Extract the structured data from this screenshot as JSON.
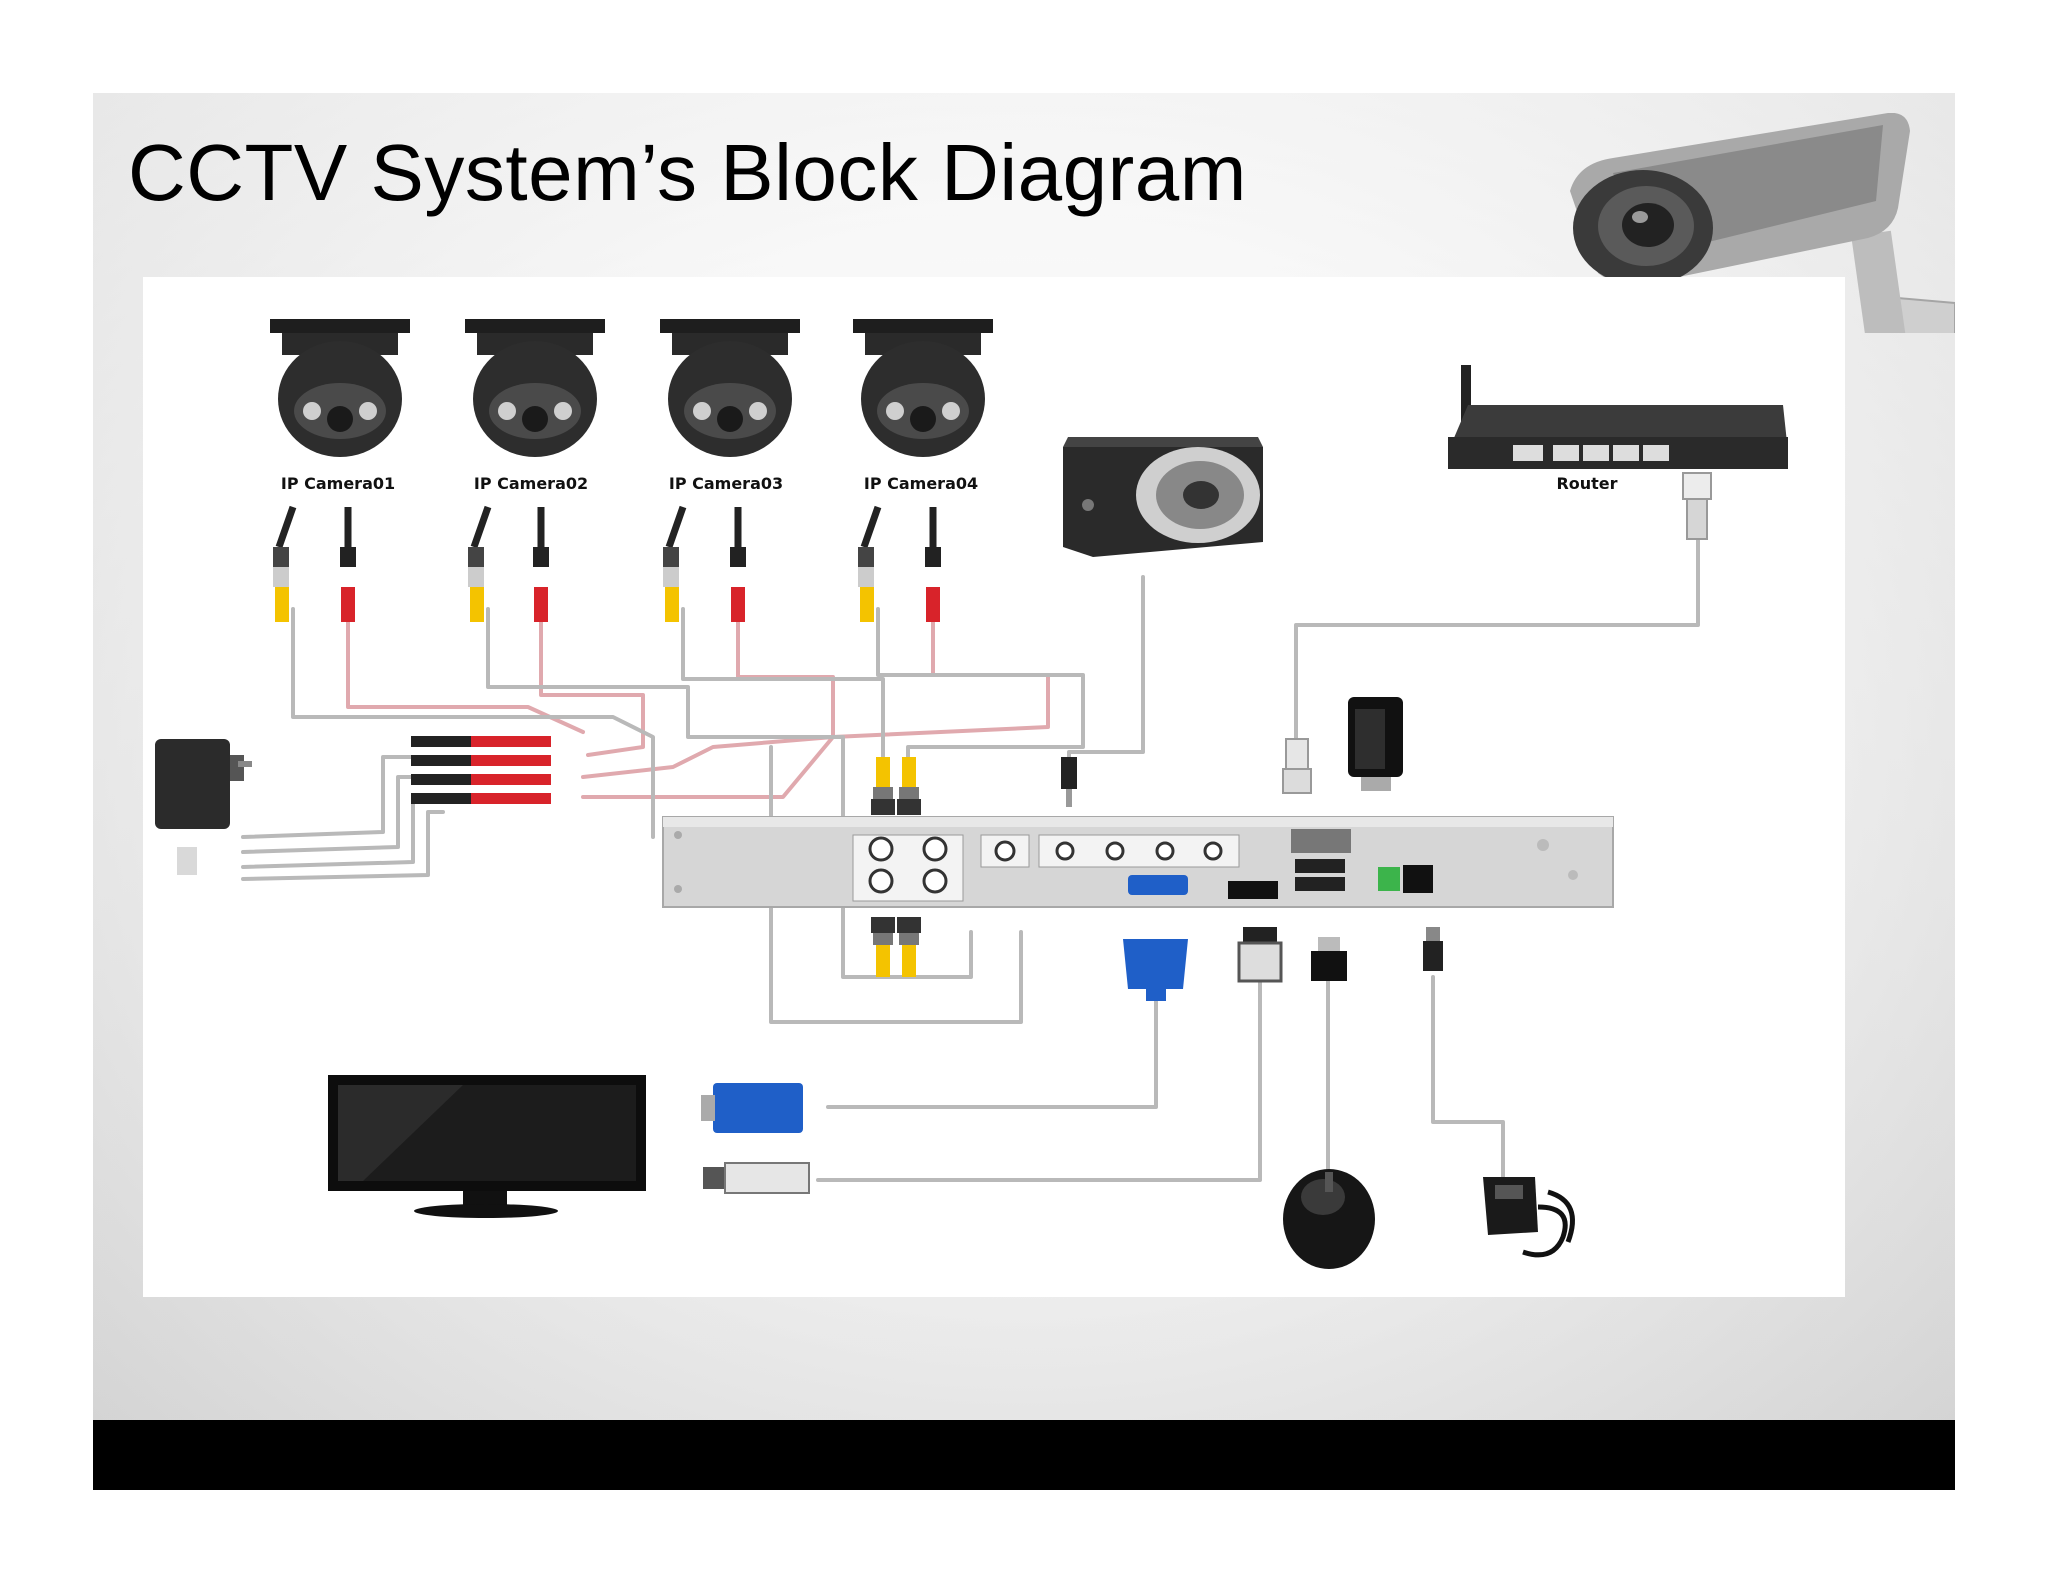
{
  "slide": {
    "title": "CCTV System’s Block Diagram"
  },
  "diagram": {
    "cameras": [
      {
        "label": "IP Camera01"
      },
      {
        "label": "IP Camera02"
      },
      {
        "label": "IP Camera03"
      },
      {
        "label": "IP Camera04"
      }
    ],
    "router_label": "Router",
    "icons": [
      "cctv-camera-icon",
      "power-adapter-icon",
      "speaker-icon",
      "router-icon",
      "usb-drive-icon",
      "dvr-recorder-icon",
      "monitor-icon",
      "vga-cable-icon",
      "hdmi-cable-icon",
      "mouse-icon",
      "power-plug-icon"
    ],
    "colors": {
      "video_cable": "#f4c300",
      "power_cable": "#d8232a",
      "wire": "#b4b4b4",
      "vga_blue": "#1f5fc8",
      "bottom_bar": "#000000"
    }
  }
}
